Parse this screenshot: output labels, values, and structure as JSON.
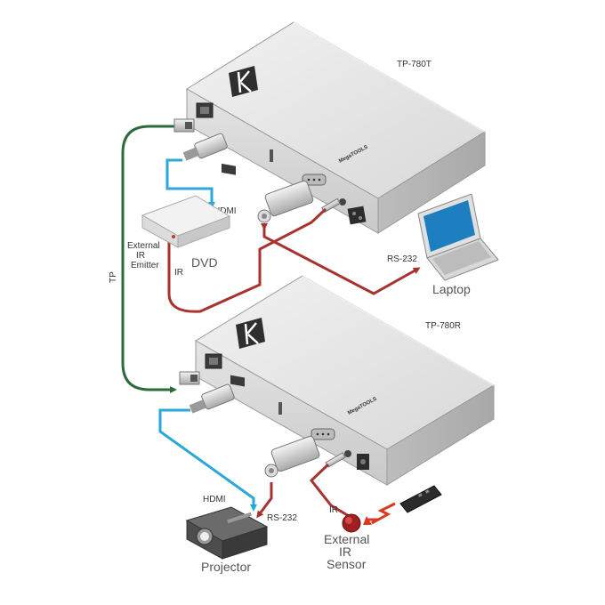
{
  "transmitter": {
    "model": "TP-780T",
    "brand": "MegaTOOLS",
    "logo": "kramer-k-logo"
  },
  "receiver": {
    "model": "TP-780R",
    "brand": "MegaTOOLS",
    "logo": "kramer-k-logo"
  },
  "devices": {
    "dvd": "DVD",
    "laptop": "Laptop",
    "projector": "Projector",
    "ir_sensor": [
      "External",
      "IR",
      "Sensor"
    ],
    "ir_emitter": [
      "External",
      "IR",
      "Emitter"
    ],
    "remote": "remote-control-icon"
  },
  "cable_labels": {
    "tp": "TP",
    "hdmi_top": "HDMI",
    "hdmi_bottom": "HDMI",
    "ir_top": "IR",
    "ir_bottom": "IR",
    "rs232_laptop": "RS-232",
    "rs232_projector": "RS-232"
  },
  "colors": {
    "tp_cable": "#2e6b3c",
    "hdmi_cable": "#2aa8d8",
    "rs232_cable": "#a8322e",
    "ir_signal": "#d93a22"
  }
}
